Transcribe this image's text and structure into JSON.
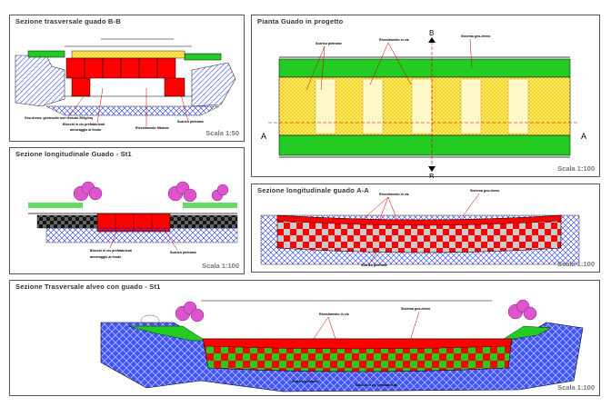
{
  "panels": {
    "p1": {
      "title": "Sezione trasversale guado B-B",
      "scale": "Scala 1:50"
    },
    "p2": {
      "title": "Pianta Guado in progetto",
      "scale": "Scala 1:100",
      "markers": {
        "top": "B",
        "bottom": "B",
        "left": "A",
        "right": "A"
      }
    },
    "p3": {
      "title": "Sezione longitudinale Guado - St1",
      "scale": "Scala 1:100"
    },
    "p4": {
      "title": "Sezione longitudinale guado A-A",
      "scale": "Scala 1:100"
    },
    "p5": {
      "title": "Sezione Trasversale alveo con guado - St1",
      "scale": "Scala 1:100"
    }
  },
  "colors": {
    "grass": "#22cc22",
    "concrete": "#ff0000",
    "gravel_fill": "#ffee55",
    "riverbed": "#3344ff",
    "cell_light": "#cccccc",
    "cell_green": "#22cc22",
    "tree": "#dd55cc",
    "frame": "#555555",
    "callout": "#cc0000"
  },
  "icons": [
    "section-arrow-icon",
    "tree-symbol-icon",
    "north-marker-icon"
  ]
}
